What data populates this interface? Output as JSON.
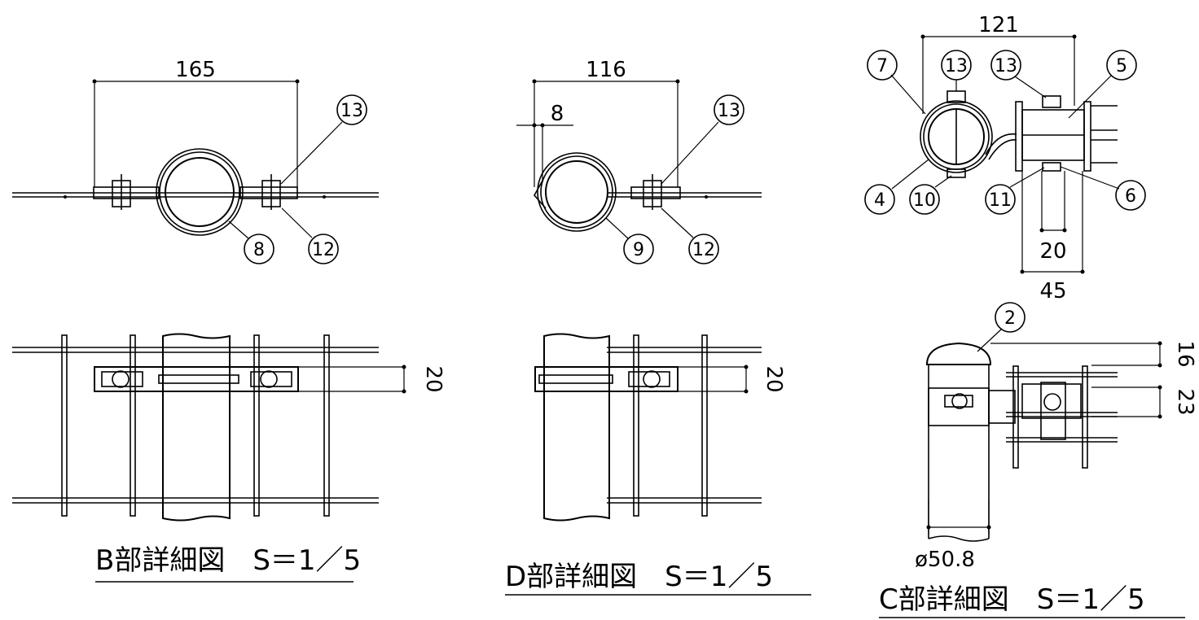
{
  "views": {
    "b": {
      "title": "B部詳細図　S＝1／5",
      "dim_width": "165",
      "dim_height": "20",
      "balloons": [
        "13",
        "8",
        "12"
      ]
    },
    "d": {
      "title": "D部詳細図　S＝1／5",
      "dim_width": "116",
      "dim_offset": "8",
      "dim_height": "20",
      "balloons": [
        "13",
        "9",
        "12"
      ]
    },
    "c": {
      "title": "C部詳細図　S＝1／5",
      "dim_width": "121",
      "dim_20": "20",
      "dim_45": "45",
      "dim_16": "16",
      "dim_23": "23",
      "dim_diameter": "ø50.8",
      "balloons": [
        "7",
        "13",
        "13",
        "5",
        "4",
        "10",
        "11",
        "6",
        "2"
      ]
    }
  }
}
